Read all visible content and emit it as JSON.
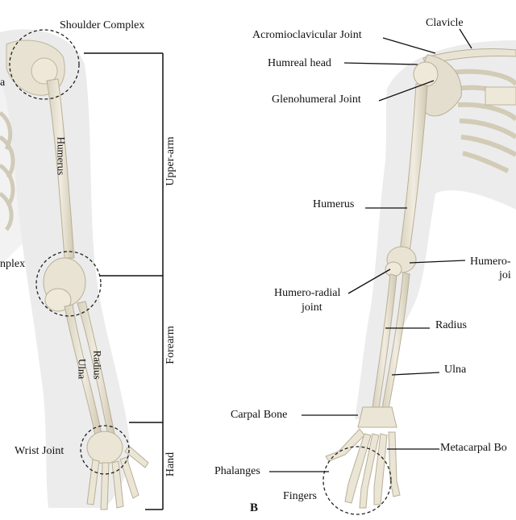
{
  "panel_a": {
    "circle_labels": {
      "shoulder": "Shoulder Complex",
      "elbow_partial": "nplex",
      "left_edge_partial": "a",
      "wrist": "Wrist Joint"
    },
    "bone_labels": {
      "humerus": "Humerus",
      "radius": "Radius",
      "ulna": "Ulna"
    },
    "segments": {
      "upper_arm": "Upper-arm",
      "forearm": "Forearm",
      "hand": "Hand"
    }
  },
  "panel_b": {
    "letter": "B",
    "labels": {
      "acromioclavicular": "Acromioclavicular Joint",
      "clavicle": "Clavicle",
      "humeral_head": "Humreal head",
      "glenohumeral": "Glenohumeral Joint",
      "humerus": "Humerus",
      "humero_ulnar_line1": "Humero-",
      "humero_ulnar_line2": "joi",
      "humero_radial_line1": "Humero-radial",
      "humero_radial_line2": "joint",
      "radius": "Radius",
      "ulna": "Ulna",
      "carpal": "Carpal Bone",
      "metacarpal": "Metacarpal Bo",
      "phalanges": "Phalanges",
      "fingers": "Fingers"
    }
  },
  "colors": {
    "bone": "#e6e0cf",
    "bone_shade": "#cfc8b4",
    "body_silhouette": "#d9d9d9",
    "line": "#111111"
  }
}
